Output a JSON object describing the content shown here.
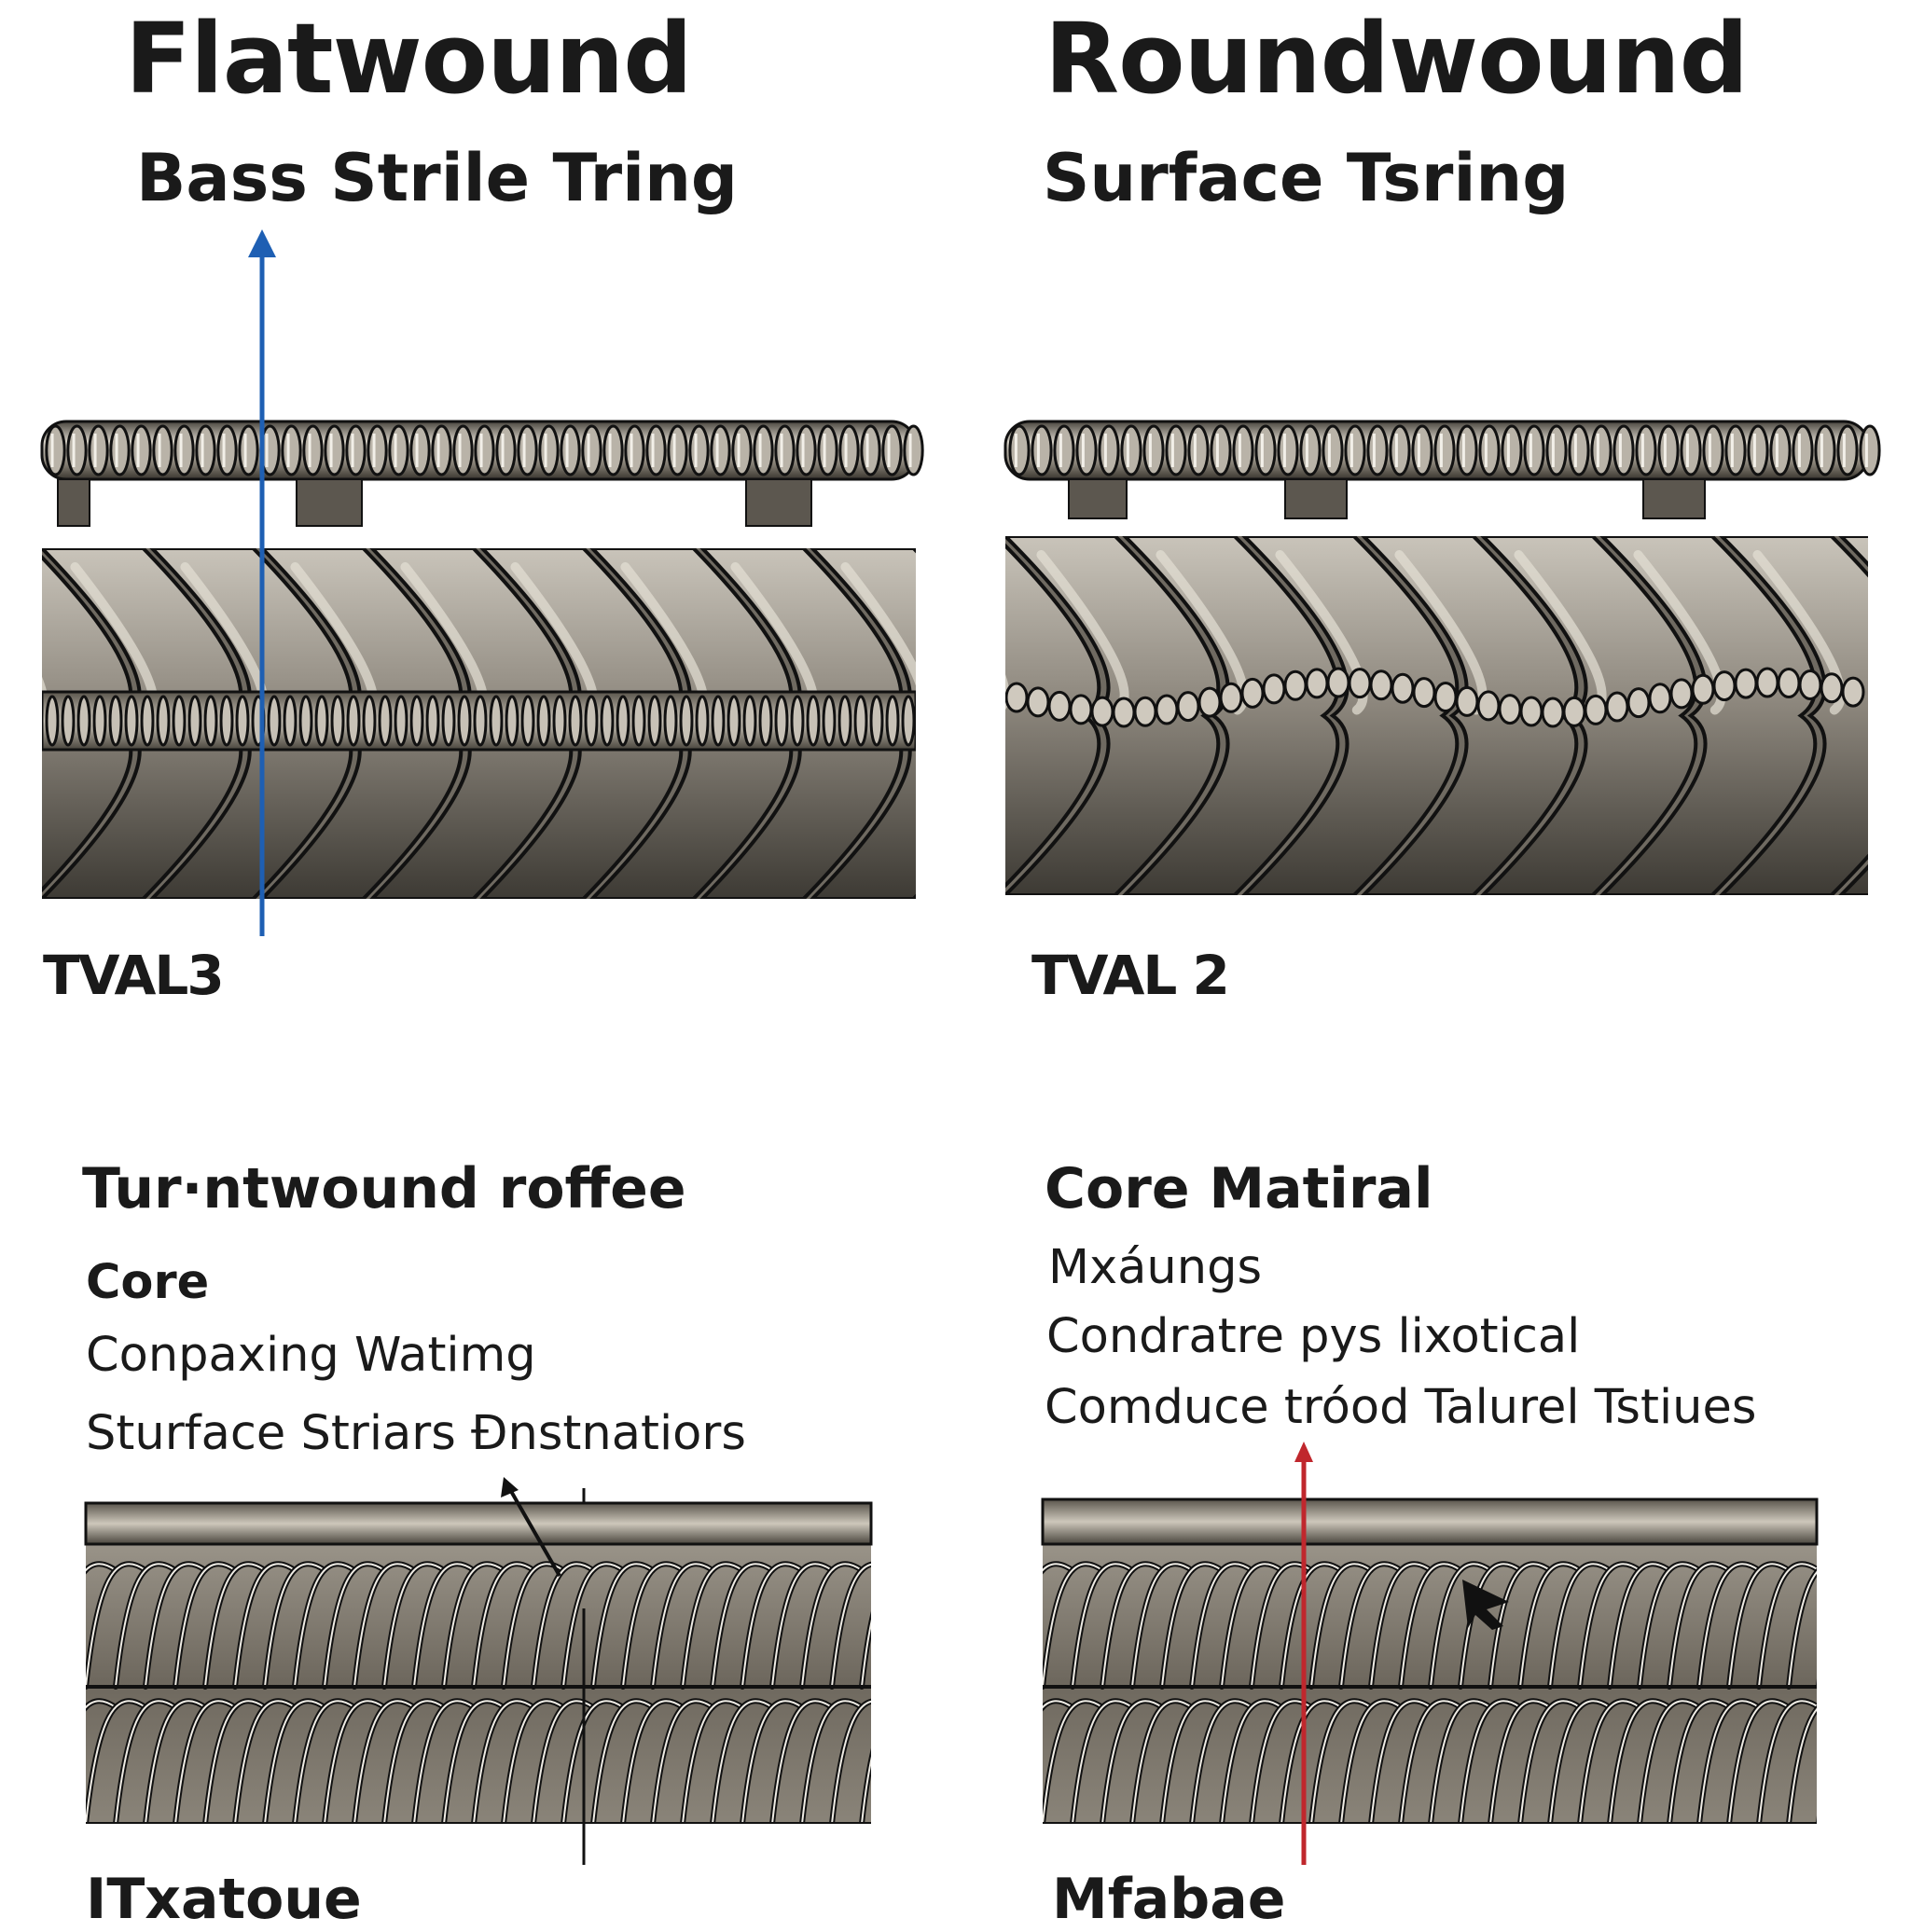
{
  "flatwound": {
    "title": "Flatwound",
    "subtitle": "Bass  Strile Tring",
    "tag": "TVAL3"
  },
  "roundwound": {
    "title": "Roundwound",
    "subtitle": "Surface Tsring",
    "tag": "TVAL 2"
  },
  "bottom_left": {
    "heading": "Tur·ntwound roffee",
    "lines": [
      "Core",
      "Conpaxing Watimg",
      "Sturface Striars Đnstnatiors"
    ],
    "footer": "ITxatoue"
  },
  "bottom_right": {
    "heading": "Core Matiral",
    "lines": [
      "Mxáungs",
      "Condratre pys  lixotical",
      "Comduce tróod Talurel Tstiues"
    ],
    "footer": "Mfabae"
  },
  "colors": {
    "metal_light": "#b3ada2",
    "metal_mid": "#8a847a",
    "metal_dark": "#3f3b35",
    "outline": "#111111",
    "arrow_blue": "#1e5fb3",
    "arrow_red": "#c0272d"
  }
}
